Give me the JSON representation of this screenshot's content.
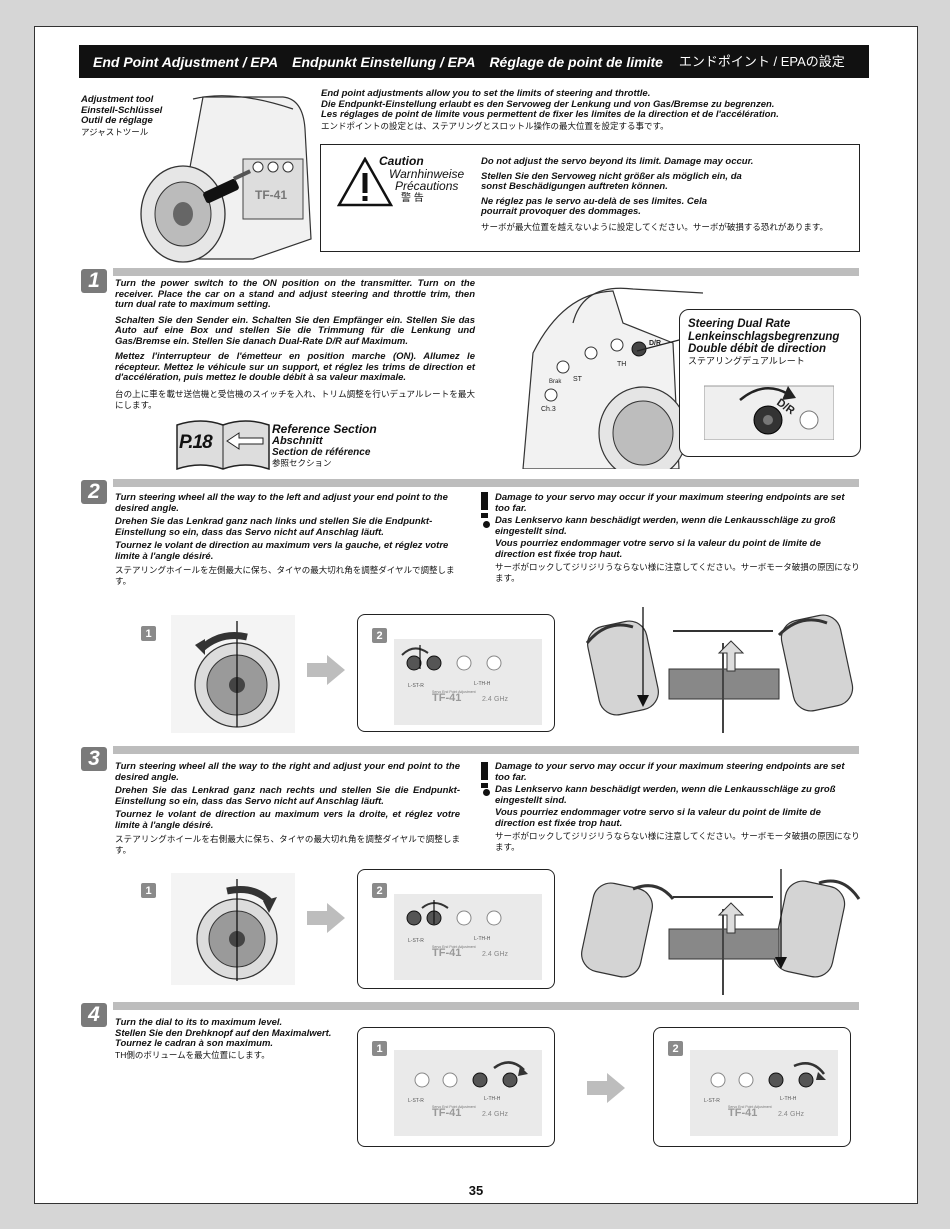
{
  "title": {
    "en": "End Point Adjustment / EPA",
    "de": "Endpunkt Einstellung / EPA",
    "fr": "Réglage de point de limite",
    "jp": "エンドポイント / EPAの設定"
  },
  "tool": {
    "en": "Adjustment tool",
    "de": "Einstell-Schlüssel",
    "fr": "Outil de réglage",
    "jp": "アジャストツール"
  },
  "intro": {
    "en": "End point adjustments allow you to set the limits of steering and throttle.",
    "de": "Die Endpunkt-Einstellung erlaubt es den Servoweg der Lenkung und von Gas/Bremse zu begrenzen.",
    "fr": "Les réglages de point de limite vous permettent de fixer les limites de la direction et de l'accélération.",
    "jp": "エンドポイントの設定とは、ステアリングとスロットル操作の最大位置を設定する事です。"
  },
  "caution": {
    "en": "Caution",
    "de": "Warnhinweise",
    "fr": "Précautions",
    "jp": "警 告",
    "t_en": "Do not adjust the servo beyond its limit. Damage may occur.",
    "t_de": "Stellen Sie den Servoweg nicht größer als möglich ein, da sonst Beschädigungen auftreten können.",
    "t_fr": "Ne réglez pas le servo au-delà de ses limites. Cela pourrait provoquer des dommages.",
    "t_jp": "サーボが最大位置を越えないように設定してください。サーボが破損する恐れがあります。"
  },
  "step1": {
    "num": "1",
    "en": "Turn the power switch to the ON position on the transmitter. Turn on the receiver. Place the car on a stand and adjust steering and throttle trim, then turn dual rate to maximum setting.",
    "de": "Schalten Sie den Sender ein. Schalten Sie den Empfänger ein. Stellen Sie das Auto auf eine Box und stellen Sie die Trimmung für die Lenkung und Gas/Bremse ein. Stellen Sie danach Dual-Rate D/R auf Maximum.",
    "fr": "Mettez l'interrupteur de l'émetteur en position marche (ON). Allumez le récepteur. Mettez le véhicule sur un support, et réglez les trims de direction et d'accélération, puis mettez le double débit à sa valeur maximale.",
    "jp": "台の上に車を載せ送信機と受信機のスイッチを入れ、トリム調整を行いデュアルレートを最大にします。",
    "ref_page": "P.18",
    "ref_en": "Reference Section",
    "ref_de": "Abschnitt",
    "ref_fr": "Section de référence",
    "ref_jp": "参照セクション",
    "dr_en": "Steering Dual Rate",
    "dr_de": "Lenkeinschlagsbegrenzung",
    "dr_fr": "Double débit de direction",
    "dr_jp": "ステアリングデュアルレート",
    "dr_knob": "D/R",
    "tx_th": "TH",
    "tx_st": "ST",
    "tx_ch3": "Ch.3",
    "tx_dr": "D/R",
    "tx_brake": "Brak"
  },
  "step2": {
    "num": "2",
    "en": "Turn steering wheel all the way to the left and adjust your end point to the desired angle.",
    "de": "Drehen Sie das Lenkrad ganz nach links und stellen Sie die Endpunkt-Einstellung so ein, dass das Servo nicht auf Anschlag läuft.",
    "fr": "Tournez le volant de direction au maximum vers la gauche, et réglez votre limite à l'angle désiré.",
    "jp": "ステアリングホイールを左側最大に保ち、タイヤの最大切れ角を調整ダイヤルで調整します。"
  },
  "step3": {
    "num": "3",
    "en": "Turn steering wheel all the way to the right and adjust your end point to the desired angle.",
    "de": "Drehen Sie das Lenkrad ganz nach rechts und stellen Sie die Endpunkt-Einstellung so ein, dass das Servo nicht auf Anschlag läuft.",
    "fr": "Tournez le volant de direction au maximum vers la droite, et réglez votre limite à l'angle désiré.",
    "jp": "ステアリングホイールを右側最大に保ち、タイヤの最大切れ角を調整ダイヤルで調整します。"
  },
  "warning": {
    "en": "Damage to your servo may occur if your maximum steering endpoints are set too far.",
    "de": "Das Lenkservo kann beschädigt werden, wenn die Lenkausschläge zu groß eingestellt sind.",
    "fr": "Vous pourriez endommager votre servo si la valeur du point de limite de direction est fixée trop haut.",
    "jp": "サーボがロックしてジリジリうならない様に注意してください。サーボモータ破損の原因になります。"
  },
  "step4": {
    "num": "4",
    "en": "Turn the dial to its to maximum level.",
    "de": "Stellen Sie den Drehknopf auf den Maximalwert.",
    "fr": "Tournez le cadran à son maximum.",
    "jp": "TH側のボリュームを最大位置にします。"
  },
  "panel": {
    "l_st_r": "L-ST-R",
    "l_th_h": "L-TH-H",
    "sub": "Servo End Point Adjustment",
    "model": "TF-41",
    "band": "2.4",
    "ghz": "GHz"
  },
  "sub_labels": [
    "1",
    "2"
  ],
  "page_number": "35"
}
